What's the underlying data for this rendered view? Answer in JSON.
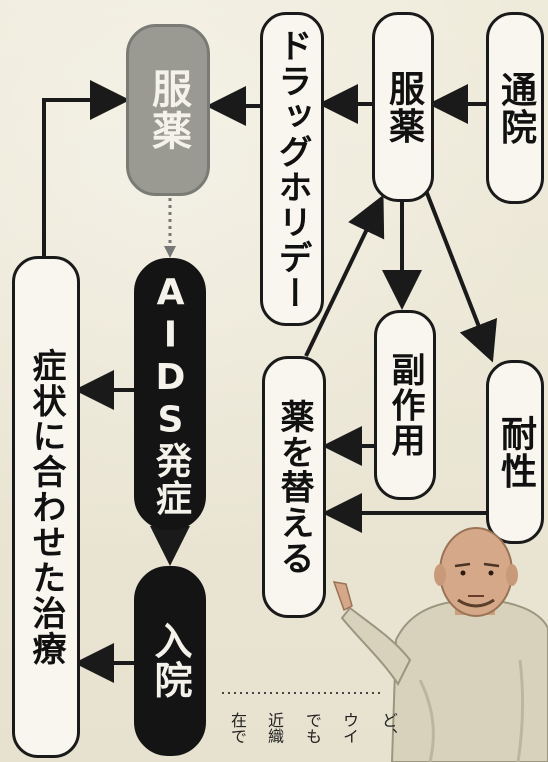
{
  "nodes": {
    "hospital": "通院",
    "medication_top": "服薬",
    "drug_holiday": "ドラッグホリデー",
    "medication_left": "服薬",
    "aids_onset": "AIDS発症",
    "hospitalization": "入院",
    "symptom_treatment": "症状に合わせた治療",
    "side_effects": "副作用",
    "resistance": "耐性",
    "change_drugs": "薬を替える"
  },
  "colors": {
    "box_fill": "#f8f6ee",
    "gray_box": "#9a9a92",
    "black_box": "#141414",
    "line": "#1a1a1a"
  },
  "text_columns": [
    "ど、",
    "ウイ",
    "でも",
    "近織",
    "在で"
  ]
}
